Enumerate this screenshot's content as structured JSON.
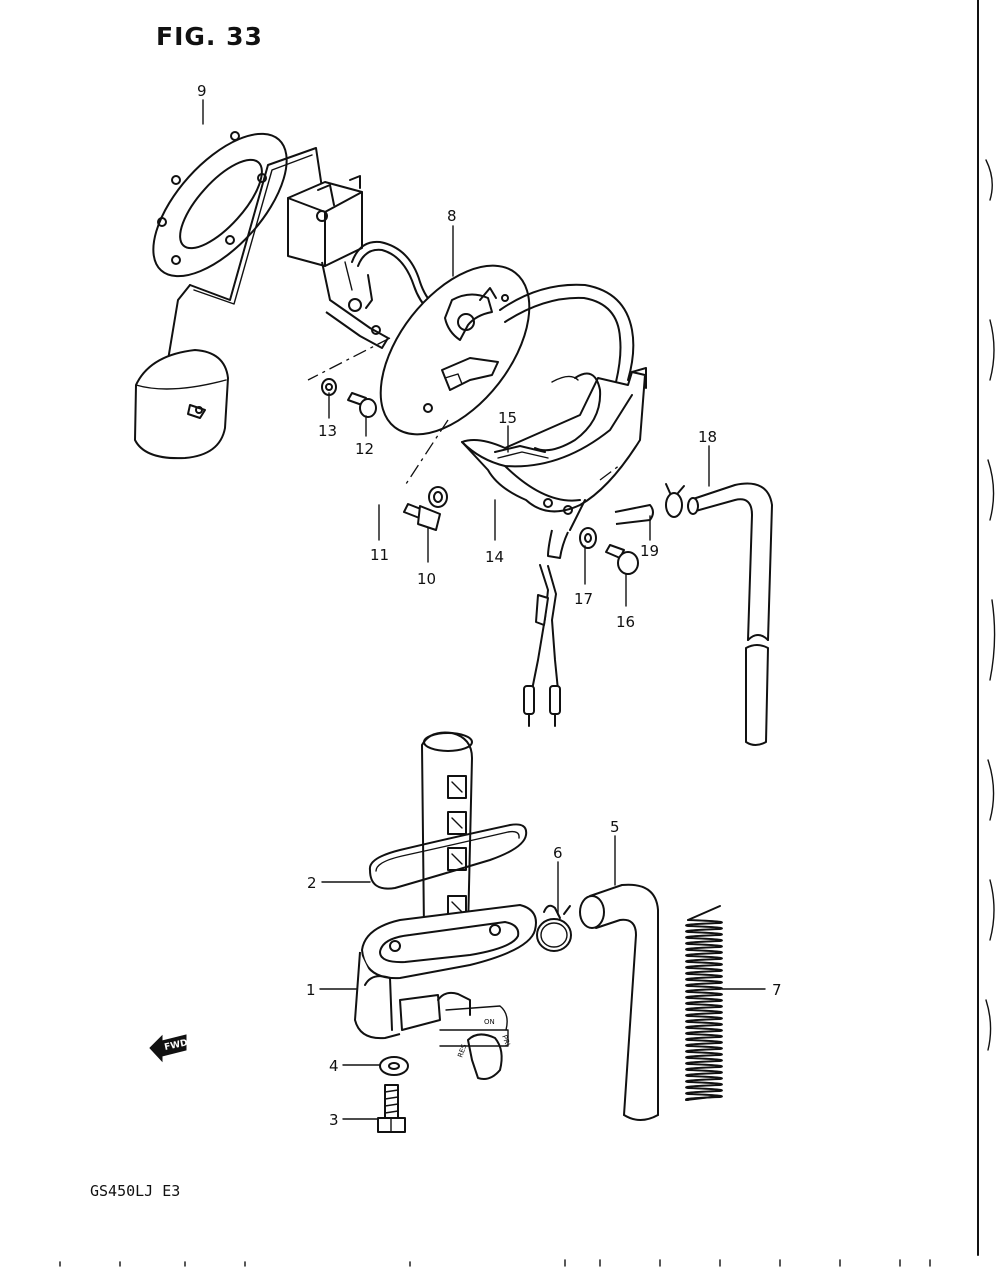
{
  "figure": {
    "title": "FIG. 33",
    "model_code": "GS450LJ  E3"
  },
  "fwd_arrow": {
    "text": "FWD"
  },
  "cock_markings": {
    "res": "RES",
    "on": "ON",
    "prime": "PRI"
  },
  "callouts": {
    "p1": "1",
    "p2": "2",
    "p3": "3",
    "p4": "4",
    "p5": "5",
    "p6": "6",
    "p7": "7",
    "p8": "8",
    "p9": "9",
    "p10": "10",
    "p11": "11",
    "p12": "12",
    "p13": "13",
    "p14": "14",
    "p15": "15",
    "p16": "16",
    "p17": "17",
    "p18": "18",
    "p19": "19"
  }
}
